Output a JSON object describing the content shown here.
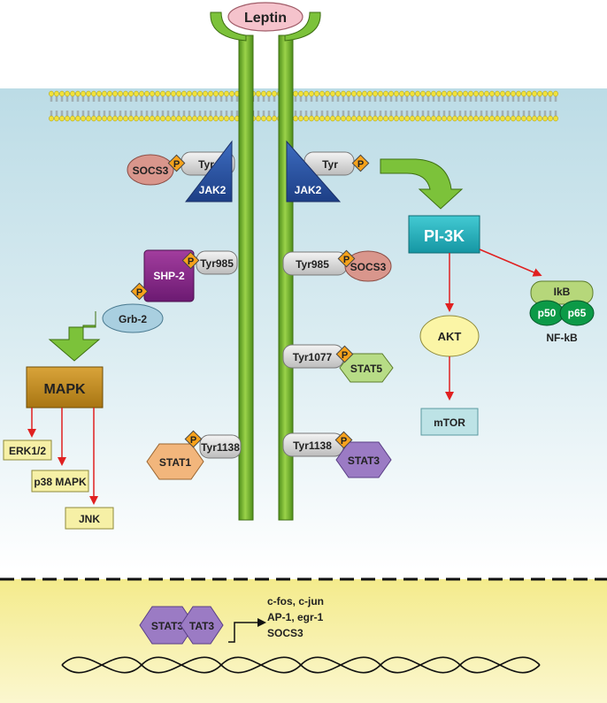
{
  "ligand": {
    "label": "Leptin"
  },
  "receptor": {
    "jak_left": "JAK2",
    "jak_right": "JAK2",
    "tyr_left": "Tyr",
    "tyr_right": "Tyr",
    "phospho": "P",
    "socs3_left": "SOCS3",
    "shp2": "SHP-2",
    "grb2": "Grb-2",
    "tyr985_left": "Tyr985",
    "tyr985_right": "Tyr985",
    "socs3_right": "SOCS3",
    "tyr1077": "Tyr1077",
    "stat5": "STAT5",
    "tyr1138_left": "Tyr1138",
    "tyr1138_right": "Tyr1138",
    "stat1": "STAT1",
    "stat3": "STAT3"
  },
  "mapk_branch": {
    "mapk": "MAPK",
    "erk": "ERK1/2",
    "p38": "p38 MAPK",
    "jnk": "JNK"
  },
  "pi3k_branch": {
    "pi3k": "PI-3K",
    "akt": "AKT",
    "mtor": "mTOR",
    "ikb": "IkB",
    "p50": "p50",
    "p65": "p65",
    "nfkb": "NF-kB"
  },
  "nucleus": {
    "stat3_a": "STAT3",
    "stat3_b": "TAT3",
    "genes": [
      "c-fos, c-jun",
      "AP-1, egr-1",
      "SOCS3"
    ]
  },
  "colors": {
    "receptor_green": "#76b82a",
    "jak_blue": "#2d57a8",
    "phospho_orange": "#f7a21b",
    "pi3k_teal": "#22b5c0",
    "mapk_gold": "#b8860b",
    "stat3_purple": "#9b7bc4",
    "nucleus_yellow": "#f7f1a8",
    "arrow_red": "#e02020"
  }
}
